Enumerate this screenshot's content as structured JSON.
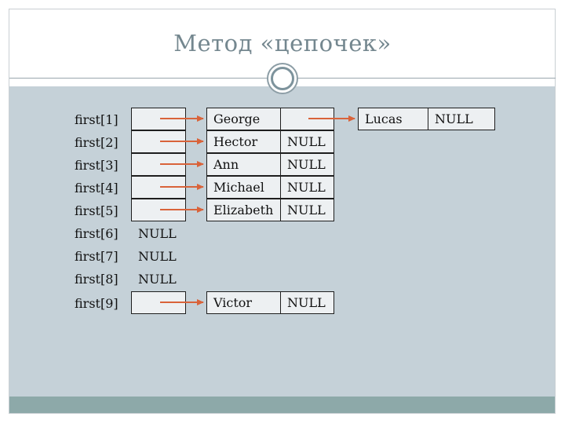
{
  "title": "Метод «цепочек»",
  "rows": [
    {
      "label": "first[1]"
    },
    {
      "label": "first[2]"
    },
    {
      "label": "first[3]"
    },
    {
      "label": "first[4]"
    },
    {
      "label": "first[5]"
    },
    {
      "label": "first[6]",
      "value": "NULL"
    },
    {
      "label": "first[7]",
      "value": "NULL"
    },
    {
      "label": "first[8]",
      "value": "NULL"
    },
    {
      "label": "first[9]"
    }
  ],
  "nodes": [
    {
      "name": "George",
      "next": ""
    },
    {
      "name": "Hector",
      "next": "NULL"
    },
    {
      "name": "Ann",
      "next": "NULL"
    },
    {
      "name": "Michael",
      "next": "NULL"
    },
    {
      "name": "Elizabeth",
      "next": "NULL"
    },
    {
      "name": "Victor",
      "next": "NULL"
    },
    {
      "name": "Lucas",
      "next": "NULL"
    }
  ],
  "colors": {
    "arrow": "#d9633a",
    "title": "#74878f",
    "background": "#c5d1d8",
    "footer": "#8da9a9"
  }
}
